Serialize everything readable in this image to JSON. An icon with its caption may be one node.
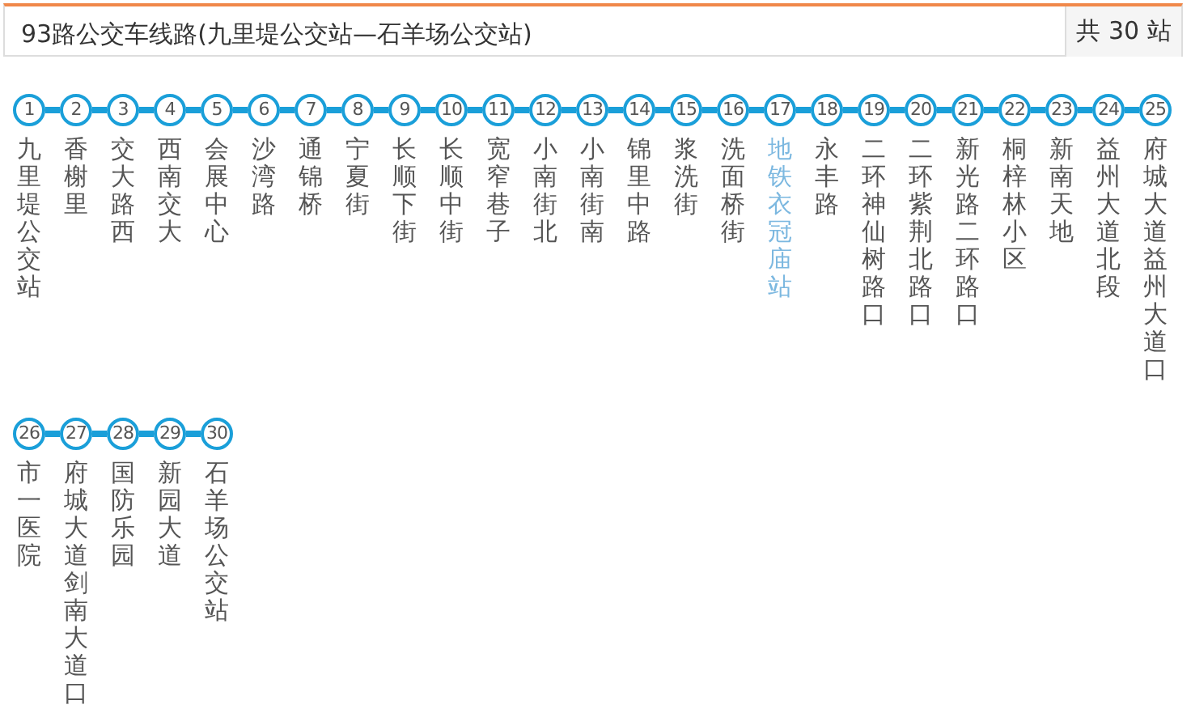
{
  "diagram": {
    "title": "93路公交车线路(九里堤公交站—石羊场公交站)",
    "nodes": [
      {
        "text": [
          "1"
        ],
        "beside": [
          "九里堤公交站"
        ]
      },
      {
        "text": [
          "2"
        ],
        "beside": [
          "香榭里"
        ]
      },
      {
        "text": [
          "3"
        ],
        "beside": [
          "交大路西"
        ]
      },
      {
        "text": [
          "4"
        ],
        "beside": [
          "西南交大"
        ]
      },
      {
        "text": [
          "5"
        ],
        "beside": [
          "会展中心"
        ]
      },
      {
        "text": [
          "6"
        ],
        "beside": [
          "沙湾路"
        ]
      },
      {
        "text": [
          "7"
        ],
        "beside": [
          "通锦桥"
        ]
      },
      {
        "text": [
          "8"
        ],
        "beside": [
          "宁夏街"
        ]
      },
      {
        "text": [
          "9"
        ],
        "beside": [
          "长顺下街"
        ]
      },
      {
        "text": [
          "10"
        ],
        "beside": [
          "长顺中街"
        ]
      },
      {
        "text": [
          "11"
        ],
        "beside": [
          "宽窄巷子"
        ]
      },
      {
        "text": [
          "12"
        ],
        "beside": [
          "小南街北"
        ]
      },
      {
        "text": [
          "13"
        ],
        "beside": [
          "小南街南"
        ]
      },
      {
        "text": [
          "14"
        ],
        "beside": [
          "锦里中路"
        ]
      },
      {
        "text": [
          "15"
        ],
        "beside": [
          "浆洗街"
        ]
      },
      {
        "text": [
          "16"
        ],
        "beside": [
          "洗面桥街"
        ]
      },
      {
        "text": [
          "17"
        ],
        "beside": [
          "地铁衣冠庙站"
        ]
      },
      {
        "text": [
          "18"
        ],
        "beside": [
          "永丰路"
        ]
      },
      {
        "text": [
          "19"
        ],
        "beside": [
          "二环神仙树路口"
        ]
      },
      {
        "text": [
          "20"
        ],
        "beside": [
          "二环紫荆北路口"
        ]
      },
      {
        "text": [
          "21"
        ],
        "beside": [
          "新光路二环路口"
        ]
      },
      {
        "text": [
          "22"
        ],
        "beside": [
          "桐梓林小区"
        ]
      },
      {
        "text": [
          "23"
        ],
        "beside": [
          "新南天地"
        ]
      },
      {
        "text": [
          "24"
        ],
        "beside": [
          "益州大道北段"
        ]
      },
      {
        "text": [
          "25"
        ],
        "beside": [
          "府城大道益州大道口"
        ]
      },
      {
        "text": [
          "26"
        ],
        "beside": [
          "市一医院"
        ]
      },
      {
        "text": [
          "27"
        ],
        "beside": [
          "府城大道剑南大道口"
        ]
      },
      {
        "text": [
          "28"
        ],
        "beside": [
          "国防乐园"
        ]
      },
      {
        "text": [
          "29"
        ],
        "beside": [
          "新园大道"
        ]
      },
      {
        "text": [
          "30"
        ],
        "beside": [
          "石羊场公交站"
        ]
      }
    ],
    "edges": [
      {
        "from": 0,
        "to": 1,
        "arrow": "none"
      },
      {
        "from": 1,
        "to": 2,
        "arrow": "none"
      },
      {
        "from": 2,
        "to": 3,
        "arrow": "none"
      },
      {
        "from": 3,
        "to": 4,
        "arrow": "none"
      },
      {
        "from": 4,
        "to": 5,
        "arrow": "none"
      },
      {
        "from": 5,
        "to": 6,
        "arrow": "none"
      },
      {
        "from": 6,
        "to": 7,
        "arrow": "none"
      },
      {
        "from": 7,
        "to": 8,
        "arrow": "none"
      },
      {
        "from": 8,
        "to": 9,
        "arrow": "none"
      },
      {
        "from": 9,
        "to": 10,
        "arrow": "none"
      },
      {
        "from": 10,
        "to": 11,
        "arrow": "none"
      },
      {
        "from": 11,
        "to": 12,
        "arrow": "none"
      },
      {
        "from": 12,
        "to": 13,
        "arrow": "none"
      },
      {
        "from": 13,
        "to": 14,
        "arrow": "none"
      },
      {
        "from": 14,
        "to": 15,
        "arrow": "none"
      },
      {
        "from": 15,
        "to": 16,
        "arrow": "none"
      },
      {
        "from": 16,
        "to": 17,
        "arrow": "none"
      },
      {
        "from": 17,
        "to": 18,
        "arrow": "none"
      },
      {
        "from": 18,
        "to": 19,
        "arrow": "none"
      },
      {
        "from": 19,
        "to": 20,
        "arrow": "none"
      },
      {
        "from": 20,
        "to": 21,
        "arrow": "none"
      },
      {
        "from": 21,
        "to": 22,
        "arrow": "none"
      },
      {
        "from": 22,
        "to": 23,
        "arrow": "none"
      },
      {
        "from": 23,
        "to": 24,
        "arrow": "none"
      },
      {
        "from": 25,
        "to": 26,
        "arrow": "none"
      },
      {
        "from": 26,
        "to": 27,
        "arrow": "none"
      },
      {
        "from": 27,
        "to": 28,
        "arrow": "none"
      },
      {
        "from": 28,
        "to": 29,
        "arrow": "none"
      }
    ],
    "labels": [
      "共 30 站"
    ]
  }
}
